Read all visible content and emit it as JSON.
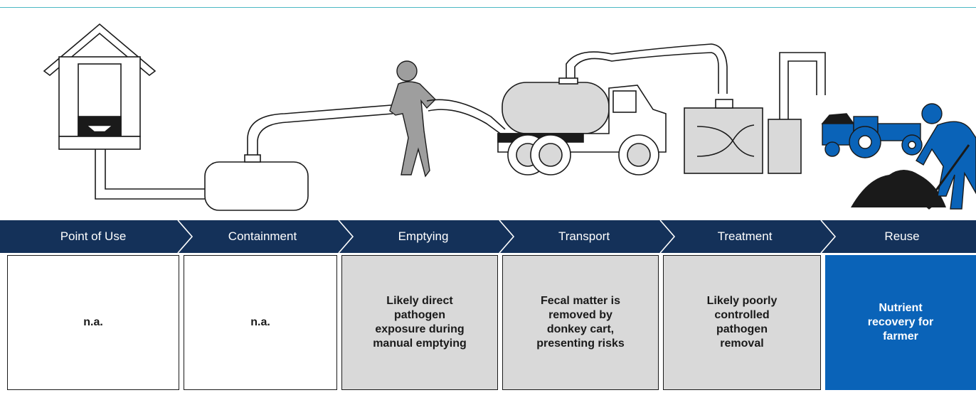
{
  "stages": [
    {
      "label": "Point of Use",
      "text": "n.a.",
      "style": "white"
    },
    {
      "label": "Containment",
      "text": "n.a.",
      "style": "white"
    },
    {
      "label": "Emptying",
      "text": "Likely direct\npathogen\nexposure during\nmanual emptying",
      "style": "grey"
    },
    {
      "label": "Transport",
      "text": "Fecal matter is\nremoved by\ndonkey cart,\npresenting risks",
      "style": "grey"
    },
    {
      "label": "Treatment",
      "text": "Likely poorly\ncontrolled\npathogen\nremoval",
      "style": "grey"
    },
    {
      "label": "Reuse",
      "text": "Nutrient\nrecovery for\nfarmer",
      "style": "blue"
    }
  ],
  "colors": {
    "chain": "#143159",
    "highlight": "#0a63b8",
    "neutral": "#d9d9d9",
    "figure_grey": "#9e9e9e",
    "accent_line": "#4cb8c4"
  },
  "icons": [
    "latrine-icon",
    "storage-tank-icon",
    "worker-icon",
    "vacuum-truck-icon",
    "treatment-plant-icon",
    "tractor-icon",
    "compost-pile-icon",
    "farmer-icon"
  ]
}
